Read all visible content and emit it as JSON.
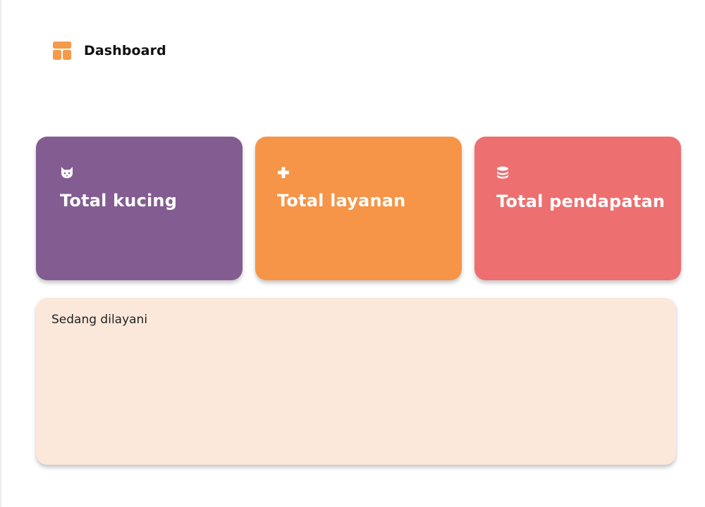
{
  "header": {
    "title": "Dashboard",
    "icon": "dashboard-layout-icon",
    "icon_color": "#f59a4a"
  },
  "cards": [
    {
      "label": "Total kucing",
      "icon": "cat-icon",
      "color": "#835c91"
    },
    {
      "label": "Total layanan",
      "icon": "plus-icon",
      "color": "#f69447"
    },
    {
      "label": "Total pendapatan",
      "icon": "coins-icon",
      "color": "#ed6f70"
    }
  ],
  "panel": {
    "title": "Sedang dilayani",
    "color": "#fbe8db"
  }
}
